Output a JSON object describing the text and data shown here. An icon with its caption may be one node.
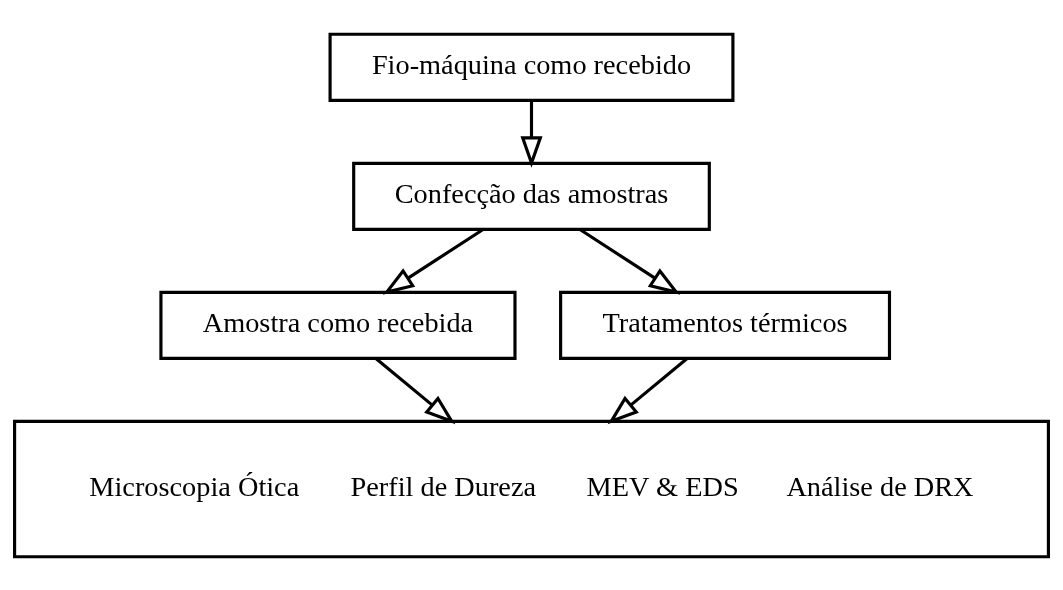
{
  "diagram": {
    "nodes": [
      {
        "text": [
          "Fio-máquina como recebido"
        ]
      },
      {
        "text": [
          "Confecção das amostras"
        ]
      },
      {
        "text": [
          "Amostra como recebida"
        ]
      },
      {
        "text": [
          "Tratamentos térmicos"
        ]
      },
      {
        "text": [
          "Microscopia Ótica",
          "Perfil de Dureza",
          "MEV & EDS",
          "Análise de DRX"
        ]
      }
    ],
    "edges": [
      {
        "from": 0,
        "to": 1,
        "arrow": "to"
      },
      {
        "from": 1,
        "to": 2,
        "arrow": "to"
      },
      {
        "from": 1,
        "to": 3,
        "arrow": "to"
      },
      {
        "from": 2,
        "to": 4,
        "arrow": "to"
      },
      {
        "from": 3,
        "to": 4,
        "arrow": "to"
      }
    ]
  }
}
